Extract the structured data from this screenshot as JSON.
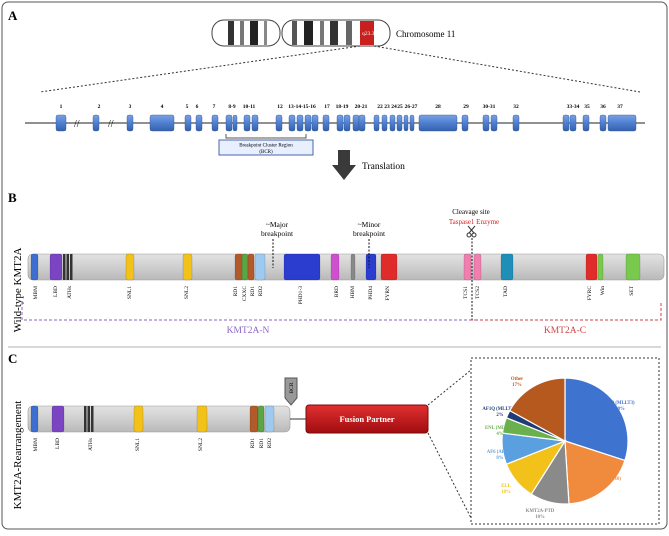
{
  "panels": {
    "a": "A",
    "b": "B",
    "c": "C"
  },
  "chromosome": {
    "label": "Chromosome 11",
    "band": "q23.3"
  },
  "exon_labels": [
    "1",
    "2",
    "3",
    "4",
    "5",
    "6",
    "7",
    "8-9",
    "10-11",
    "12",
    "13-14-15-16",
    "17",
    "18-19",
    "20-21",
    "22",
    "23",
    "24",
    "25",
    "26-27",
    "28",
    "29",
    "30-31",
    "32",
    "33-34",
    "35",
    "36",
    "37"
  ],
  "bcr_box": {
    "line1": "Breakpoint Cluster Region",
    "line2": "(BCR)"
  },
  "translation_label": "Translation",
  "wildtype": {
    "side_label": "Wild-type KMT2A",
    "major_bp": [
      "~Major",
      "breakpoint"
    ],
    "minor_bp": [
      "~Minor",
      "breakpoint"
    ],
    "cleavage": "Cleavage site",
    "taspase": "Taspase1 Enzyme",
    "domains": [
      "MBM",
      "LBD",
      "ATHs",
      "SNL1",
      "SNL2",
      "RD1",
      "CXXC",
      "RD1",
      "RD2",
      "PHD1-3",
      "BRD",
      "HBM",
      "PHD4",
      "FYRN",
      "TCS1",
      "TCS2",
      "TAD",
      "FYRC",
      "Win",
      "SET"
    ],
    "n_label": "KMT2A-N",
    "c_label": "KMT2A-C"
  },
  "rearrangement": {
    "side_label": "KMT2A-Rearrangement",
    "bcr": "BCR",
    "domains": [
      "MBM",
      "LBD",
      "ATHs",
      "SNL1",
      "SNL2",
      "RD1",
      "RD1",
      "RD2"
    ],
    "fusion_partner": "Fusion Partner"
  },
  "colors": {
    "exon": "#4f7fd1",
    "n_dash": "#8a66c7",
    "c_dash": "#c44",
    "fusion": "#c0141a",
    "taspase": "#d42020"
  },
  "chart_data": {
    "type": "pie",
    "title": "",
    "slices": [
      {
        "label": "AF9 (MLLT3)",
        "value": 30,
        "pct_text": "30%",
        "color": "#3f73d0"
      },
      {
        "label": "AF10 (MLLT10)",
        "value": 19,
        "pct_text": "19%",
        "color": "#f08a3c"
      },
      {
        "label": "KMT2A-PTD",
        "value": 10,
        "pct_text": "10%",
        "color": "#8a8a8a"
      },
      {
        "label": "ELL",
        "value": 10,
        "pct_text": "10%",
        "color": "#f2c21b"
      },
      {
        "label": "AF6 (AFDN)",
        "value": 8,
        "pct_text": "8%",
        "color": "#5aa0e0"
      },
      {
        "label": "ENL (MLLT1)",
        "value": 4,
        "pct_text": "4%",
        "color": "#6ab04c"
      },
      {
        "label": "AF1Q (MLLT11)",
        "value": 2,
        "pct_text": "2%",
        "color": "#1f3c75"
      },
      {
        "label": "Other",
        "value": 17,
        "pct_text": "17%",
        "color": "#b5591e"
      }
    ]
  }
}
